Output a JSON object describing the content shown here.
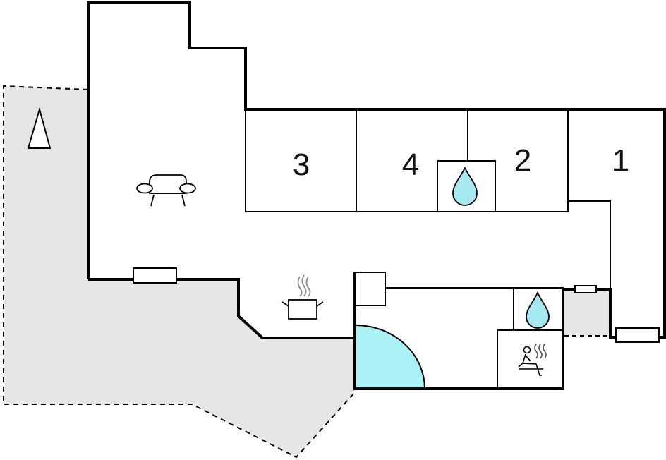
{
  "floorplan": {
    "rooms": [
      {
        "id": "room-3",
        "label": "3"
      },
      {
        "id": "room-4",
        "label": "4"
      },
      {
        "id": "room-2",
        "label": "2"
      },
      {
        "id": "room-1",
        "label": "1"
      }
    ],
    "icons": [
      "north-arrow-icon",
      "sofa-icon",
      "cooking-pot-icon",
      "water-drop-icon",
      "sauna-icon",
      "window-icon"
    ],
    "colors": {
      "outdoor_area": "#e6e6e6",
      "shower": "#aaf2f5",
      "water_drop": "#a5e8f0",
      "wall": "#000000"
    }
  }
}
